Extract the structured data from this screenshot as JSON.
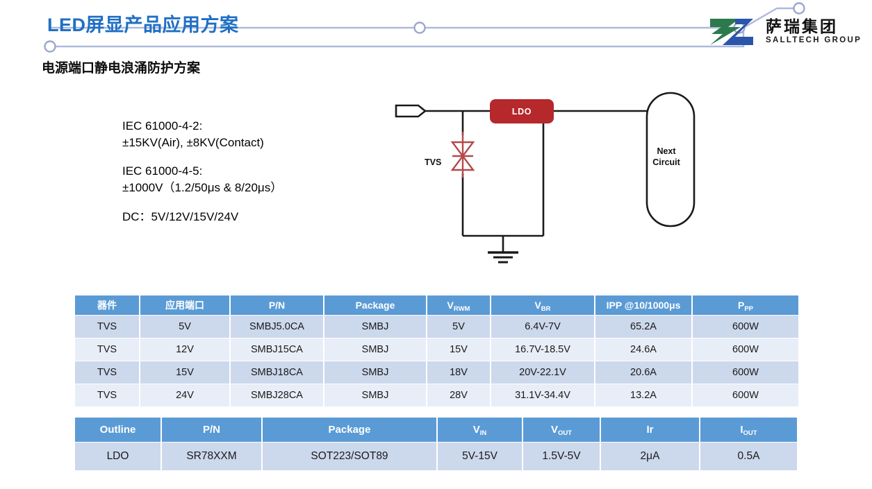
{
  "header": {
    "title": "LED屏显产品应用方案",
    "subtitle": "电源端口静电浪涌防护方案",
    "accent_color": "#1f6fc4",
    "deco_line_color": "#aeb9dd"
  },
  "logo": {
    "cn_name": "萨瑞集团",
    "en_name": "SALLTECH GROUP",
    "mark_green": "#2c7a4b",
    "mark_blue": "#2b55a8"
  },
  "spec": {
    "groups": [
      {
        "lines": [
          "IEC 61000-4-2:",
          "±15KV(Air), ±8KV(Contact)"
        ]
      },
      {
        "lines": [
          "IEC 61000-4-5:",
          "±1000V（1.2/50μs & 8/20μs）"
        ]
      },
      {
        "lines": [
          "DC：5V/12V/15V/24V"
        ]
      }
    ]
  },
  "circuit": {
    "ldo_label": "LDO",
    "ldo_color": "#b5282c",
    "tvs_label": "TVS",
    "tvs_color": "#b5484a",
    "next_circuit_line1": "Next",
    "next_circuit_line2": "Circuit",
    "wire_color": "#1a1a1a"
  },
  "table_tvs": {
    "header_color": "#5b9bd5",
    "columns": [
      "器件",
      "应用端口",
      "P/N",
      "Package",
      "V|RWM",
      "V|BR",
      "IPP @10/1000μs",
      "P|PP"
    ],
    "rows": [
      [
        "TVS",
        "5V",
        "SMBJ5.0CA",
        "SMBJ",
        "5V",
        "6.4V-7V",
        "65.2A",
        "600W"
      ],
      [
        "TVS",
        "12V",
        "SMBJ15CA",
        "SMBJ",
        "15V",
        "16.7V-18.5V",
        "24.6A",
        "600W"
      ],
      [
        "TVS",
        "15V",
        "SMBJ18CA",
        "SMBJ",
        "18V",
        "20V-22.1V",
        "20.6A",
        "600W"
      ],
      [
        "TVS",
        "24V",
        "SMBJ28CA",
        "SMBJ",
        "28V",
        "31.1V-34.4V",
        "13.2A",
        "600W"
      ]
    ]
  },
  "table_ldo": {
    "header_color": "#5b9bd5",
    "columns": [
      "Outline",
      "P/N",
      "Package",
      "V|IN",
      "V|OUT",
      "Ir",
      "I|OUT"
    ],
    "rows": [
      [
        "LDO",
        "SR78XXM",
        "SOT223/SOT89",
        "5V-15V",
        "1.5V-5V",
        "2μA",
        "0.5A"
      ]
    ]
  }
}
